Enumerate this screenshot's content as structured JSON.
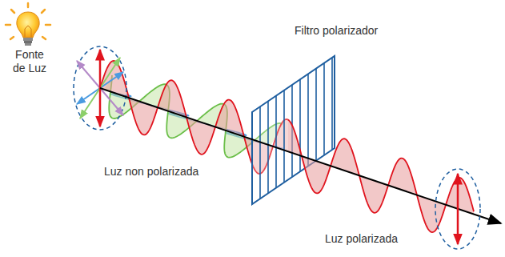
{
  "diagram": {
    "labels": [
      "Fonte de Luz",
      "Luz non polarizada",
      "Filtro polarizador",
      "Luz polarizada"
    ]
  }
}
